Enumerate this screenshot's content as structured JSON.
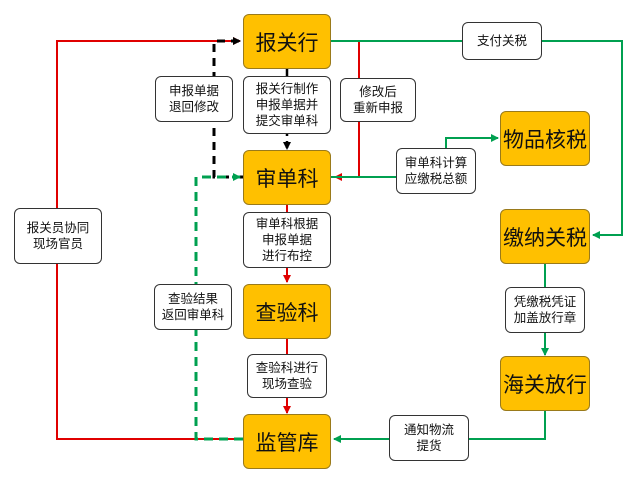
{
  "nodes": {
    "baoguanhang": "报关行",
    "shendanke": "审单科",
    "chayanke": "查验科",
    "jianguanku": "监管库",
    "wupinheshui": "物品核税",
    "jiaonaguanshui": "缴纳关税",
    "haiguanfangxing": "海关放行"
  },
  "labels": {
    "zhifu": "支付关税",
    "shenbao_tuihui": "申报单据\n退回修改",
    "zhizuo": "报关行制作\n申报单据并\n提交审单科",
    "xiugai": "修改后\n重新申报",
    "jisuan": "审单科计算\n应缴税总额",
    "xiezhu": "报关员协同\n现场官员",
    "bukong": "审单科根据\n申报单据\n进行布控",
    "chayan_jieguo": "查验结果\n返回审单科",
    "pingzheng": "凭缴税凭证\n加盖放行章",
    "xianchang": "查验科进行\n现场查验",
    "tongzhi": "通知物流\n提货"
  },
  "colors": {
    "node_fill": "#FFC000",
    "red_line": "#E00000",
    "green_line": "#00A050",
    "black_line": "#000000"
  }
}
